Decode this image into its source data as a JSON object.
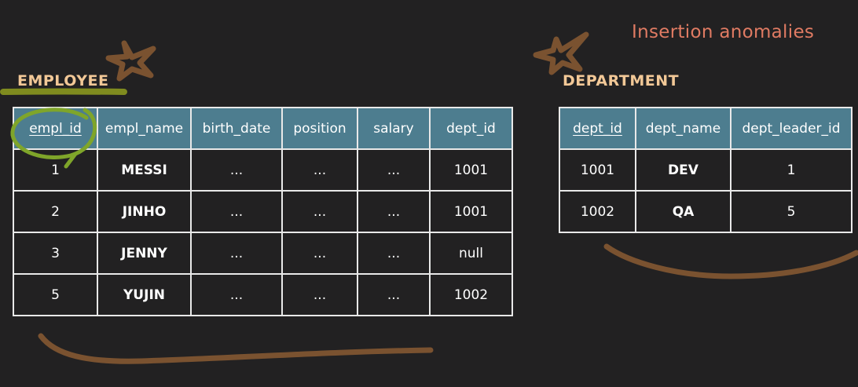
{
  "slide": {
    "title": "Insertion anomalies"
  },
  "employee": {
    "label": "EMPLOYEE",
    "columns": [
      "empl_id",
      "empl_name",
      "birth_date",
      "position",
      "salary",
      "dept_id"
    ],
    "rows": [
      [
        "1",
        "MESSI",
        "...",
        "...",
        "...",
        "1001"
      ],
      [
        "2",
        "JINHO",
        "...",
        "...",
        "...",
        "1001"
      ],
      [
        "3",
        "JENNY",
        "...",
        "...",
        "...",
        "null"
      ],
      [
        "5",
        "YUJIN",
        "...",
        "...",
        "...",
        "1002"
      ]
    ]
  },
  "department": {
    "label": "DEPARTMENT",
    "columns": [
      "dept_id",
      "dept_name",
      "dept_leader_id"
    ],
    "rows": [
      [
        "1001",
        "DEV",
        "1"
      ],
      [
        "1002",
        "QA",
        "5"
      ]
    ]
  },
  "colors": {
    "background": "#222122",
    "header_fill": "#4d7d8f",
    "title": "#e07b63",
    "label": "#f2c897",
    "annotation_brown": "#7a5230",
    "annotation_olive": "#7f8b1f",
    "annotation_green": "#7fa52a"
  }
}
